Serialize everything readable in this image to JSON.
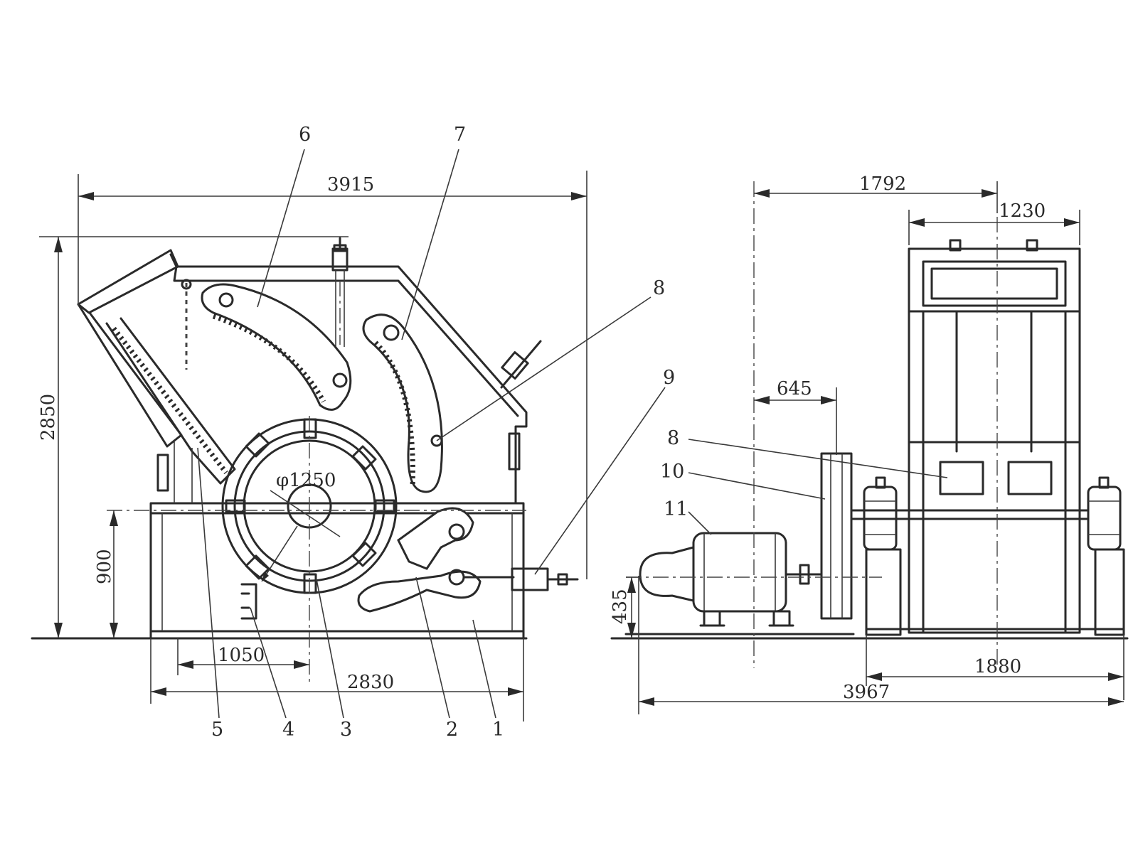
{
  "dimensions": {
    "overall_width": "3915",
    "overall_height": "2850",
    "axis_height": "900",
    "rotor_offset": "1050",
    "base_length": "2830",
    "rotor_diameter": "φ1250",
    "side_width": "1792",
    "frame_width": "1230",
    "pulley_offset": "645",
    "motor_axis_height": "435",
    "side_base_width": "1880",
    "total_length": "3967"
  },
  "part_labels": {
    "p1": "1",
    "p2": "2",
    "p3": "3",
    "p4": "4",
    "p5": "5",
    "p6": "6",
    "p7": "7",
    "p8": "8",
    "p9": "9",
    "s8": "8",
    "s10": "10",
    "s11": "11"
  }
}
